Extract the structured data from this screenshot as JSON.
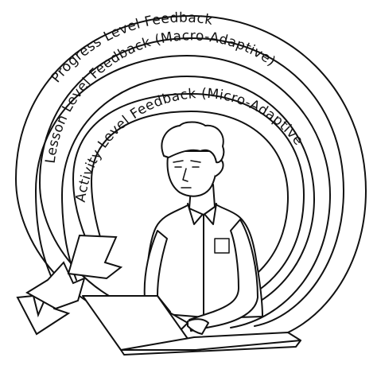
{
  "diagram": {
    "loops": [
      {
        "label": "Progress Level Feedback"
      },
      {
        "label": "Lesson Level Feedback (Macro-Adaptive)"
      },
      {
        "label": "Activity Level Feedback (Micro-Adaptive)"
      }
    ]
  }
}
